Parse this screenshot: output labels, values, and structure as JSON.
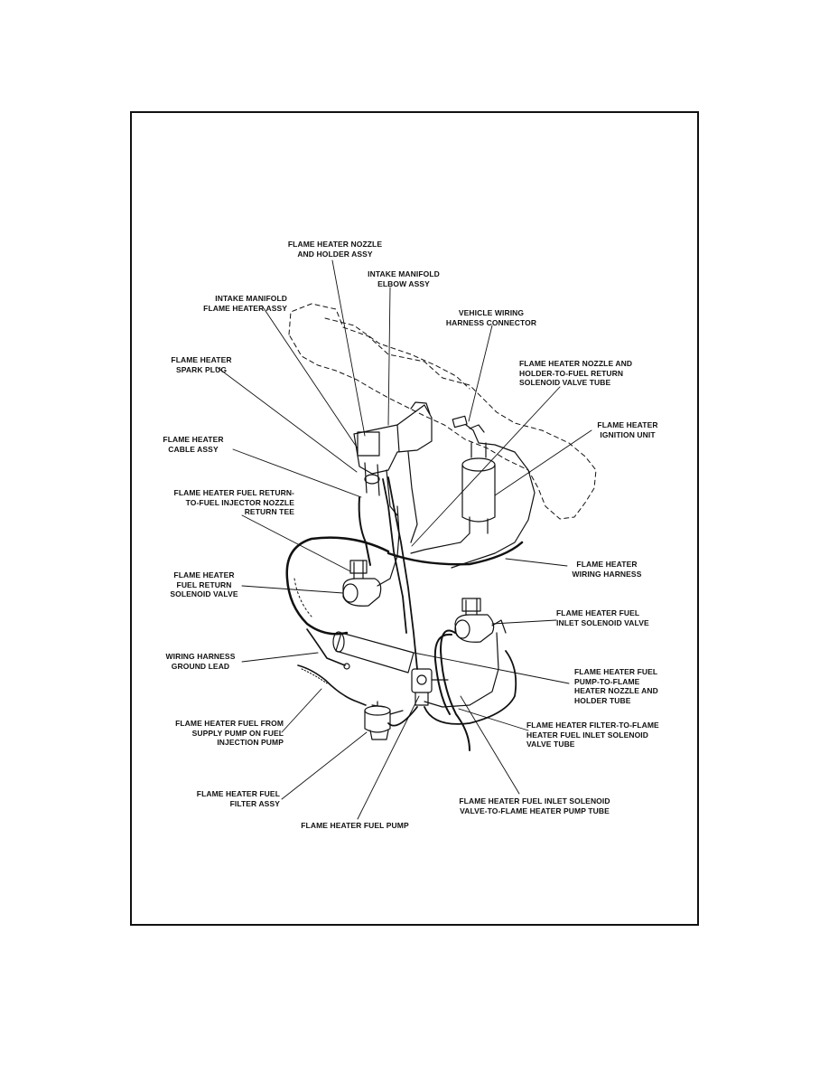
{
  "colors": {
    "ink": "#111111",
    "paper": "#ffffff"
  },
  "labels": {
    "nozzle_holder_assy": "FLAME HEATER NOZZLE\nAND HOLDER ASSY",
    "intake_elbow": "INTAKE MANIFOLD\nELBOW ASSY",
    "intake_flame_heater": "INTAKE MANIFOLD\nFLAME HEATER ASSY",
    "vehicle_wiring": "VEHICLE WIRING\nHARNESS CONNECTOR",
    "spark_plug": "FLAME HEATER\nSPARK PLUG",
    "nozzle_return_tube": "FLAME HEATER NOZZLE AND\nHOLDER-TO-FUEL RETURN\nSOLENOID VALVE TUBE",
    "ignition_unit": "FLAME HEATER\nIGNITION UNIT",
    "cable_assy": "FLAME HEATER\nCABLE ASSY",
    "return_tee": "FLAME HEATER FUEL RETURN-\nTO-FUEL INJECTOR NOZZLE\nRETURN TEE",
    "wiring_harness": "FLAME HEATER\nWIRING HARNESS",
    "return_solenoid": "FLAME HEATER\nFUEL RETURN\nSOLENOID VALVE",
    "inlet_solenoid": "FLAME HEATER FUEL\nINLET SOLENOID VALVE",
    "ground_lead": "WIRING HARNESS\nGROUND LEAD",
    "pump_to_nozzle": "FLAME HEATER FUEL\nPUMP-TO-FLAME\nHEATER NOZZLE AND\nHOLDER TUBE",
    "fuel_from_supply": "FLAME HEATER FUEL FROM\nSUPPLY PUMP ON FUEL\nINJECTION PUMP",
    "filter_to_inlet": "FLAME HEATER FILTER-TO-FLAME\nHEATER FUEL INLET SOLENOID\nVALVE TUBE",
    "filter_assy": "FLAME HEATER FUEL\nFILTER ASSY",
    "inlet_to_pump": "FLAME HEATER FUEL INLET SOLENOID\nVALVE-TO-FLAME HEATER PUMP TUBE",
    "fuel_pump": "FLAME HEATER FUEL PUMP"
  }
}
